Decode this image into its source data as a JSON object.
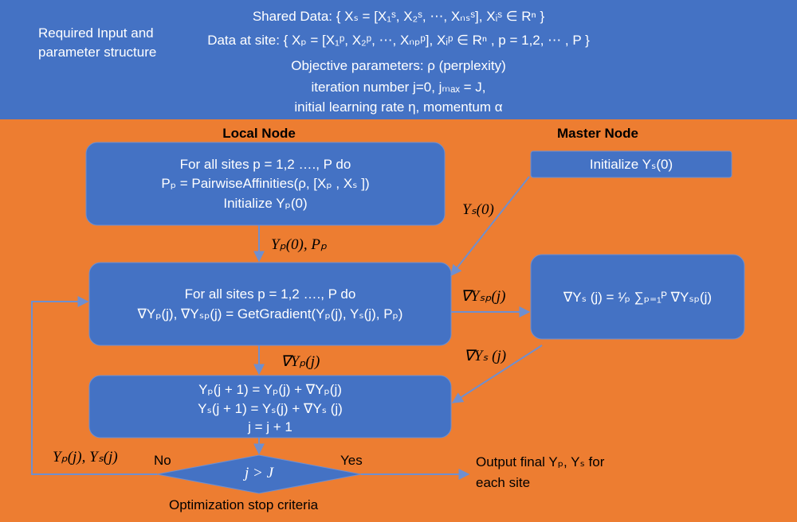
{
  "header": {
    "section_label": "Required Input and parameter structure",
    "lines": [
      "Shared Data: { Xₛ = [X₁ˢ, X₂ˢ, ⋯, Xₙₛˢ], Xᵢˢ ∈ Rⁿ }",
      "Data at site: { Xₚ = [X₁ᵖ, X₂ᵖ, ⋯, Xₙₚᵖ], Xᵢᵖ ∈ Rⁿ , p = 1,2, ⋯ , P }",
      "Objective parameters:  ρ (perplexity)",
      "iteration number j=0, jₘₐₓ = J,",
      "initial learning rate  η,  momentum α"
    ]
  },
  "columns": {
    "local": "Local Node",
    "master": "Master Node"
  },
  "boxes": {
    "init_local": [
      "For all sites p = 1,2 …., P do",
      "Pₚ = PairwiseAffinities(ρ, [Xₚ , Xₛ ])",
      "Initialize Yₚ(0)"
    ],
    "init_master": "Initialize Yₛ(0)",
    "gradient": [
      "For all sites p = 1,2 …., P do",
      "∇Yₚ(j), ∇Yₛₚ(j) = GetGradient(Yₚ(j), Yₛ(j), Pₚ)"
    ],
    "aggregate": "∇Yₛ (j) = ¹⁄ₚ ∑ₚ₌₁ᴾ ∇Yₛₚ(j)",
    "update": [
      "Yₚ(j + 1) = Yₚ(j) + ∇Yₚ(j)",
      "Yₛ(j + 1) = Yₛ(j) + ∇Yₛ (j)",
      "j = j + 1"
    ],
    "decision": "j > J"
  },
  "edge_labels": {
    "ys0": "Yₛ(0)",
    "yp0_pp": "Yₚ(0), Pₚ",
    "grad_sp": "∇Yₛₚ(j)",
    "grad_s": "∇Yₛ (j)",
    "grad_p": "∇Yₚ(j)",
    "loop": "Yₚ(j), Yₛ(j)",
    "no": "No",
    "yes": "Yes"
  },
  "output_text": "Output final Yₚ, Yₛ for each site",
  "stop_label": "Optimization stop criteria",
  "colors": {
    "top_band": "#4472c4",
    "bottom_band": "#ed7d31",
    "box_fill": "#4472c4",
    "arrow": "#6f8fcf"
  }
}
